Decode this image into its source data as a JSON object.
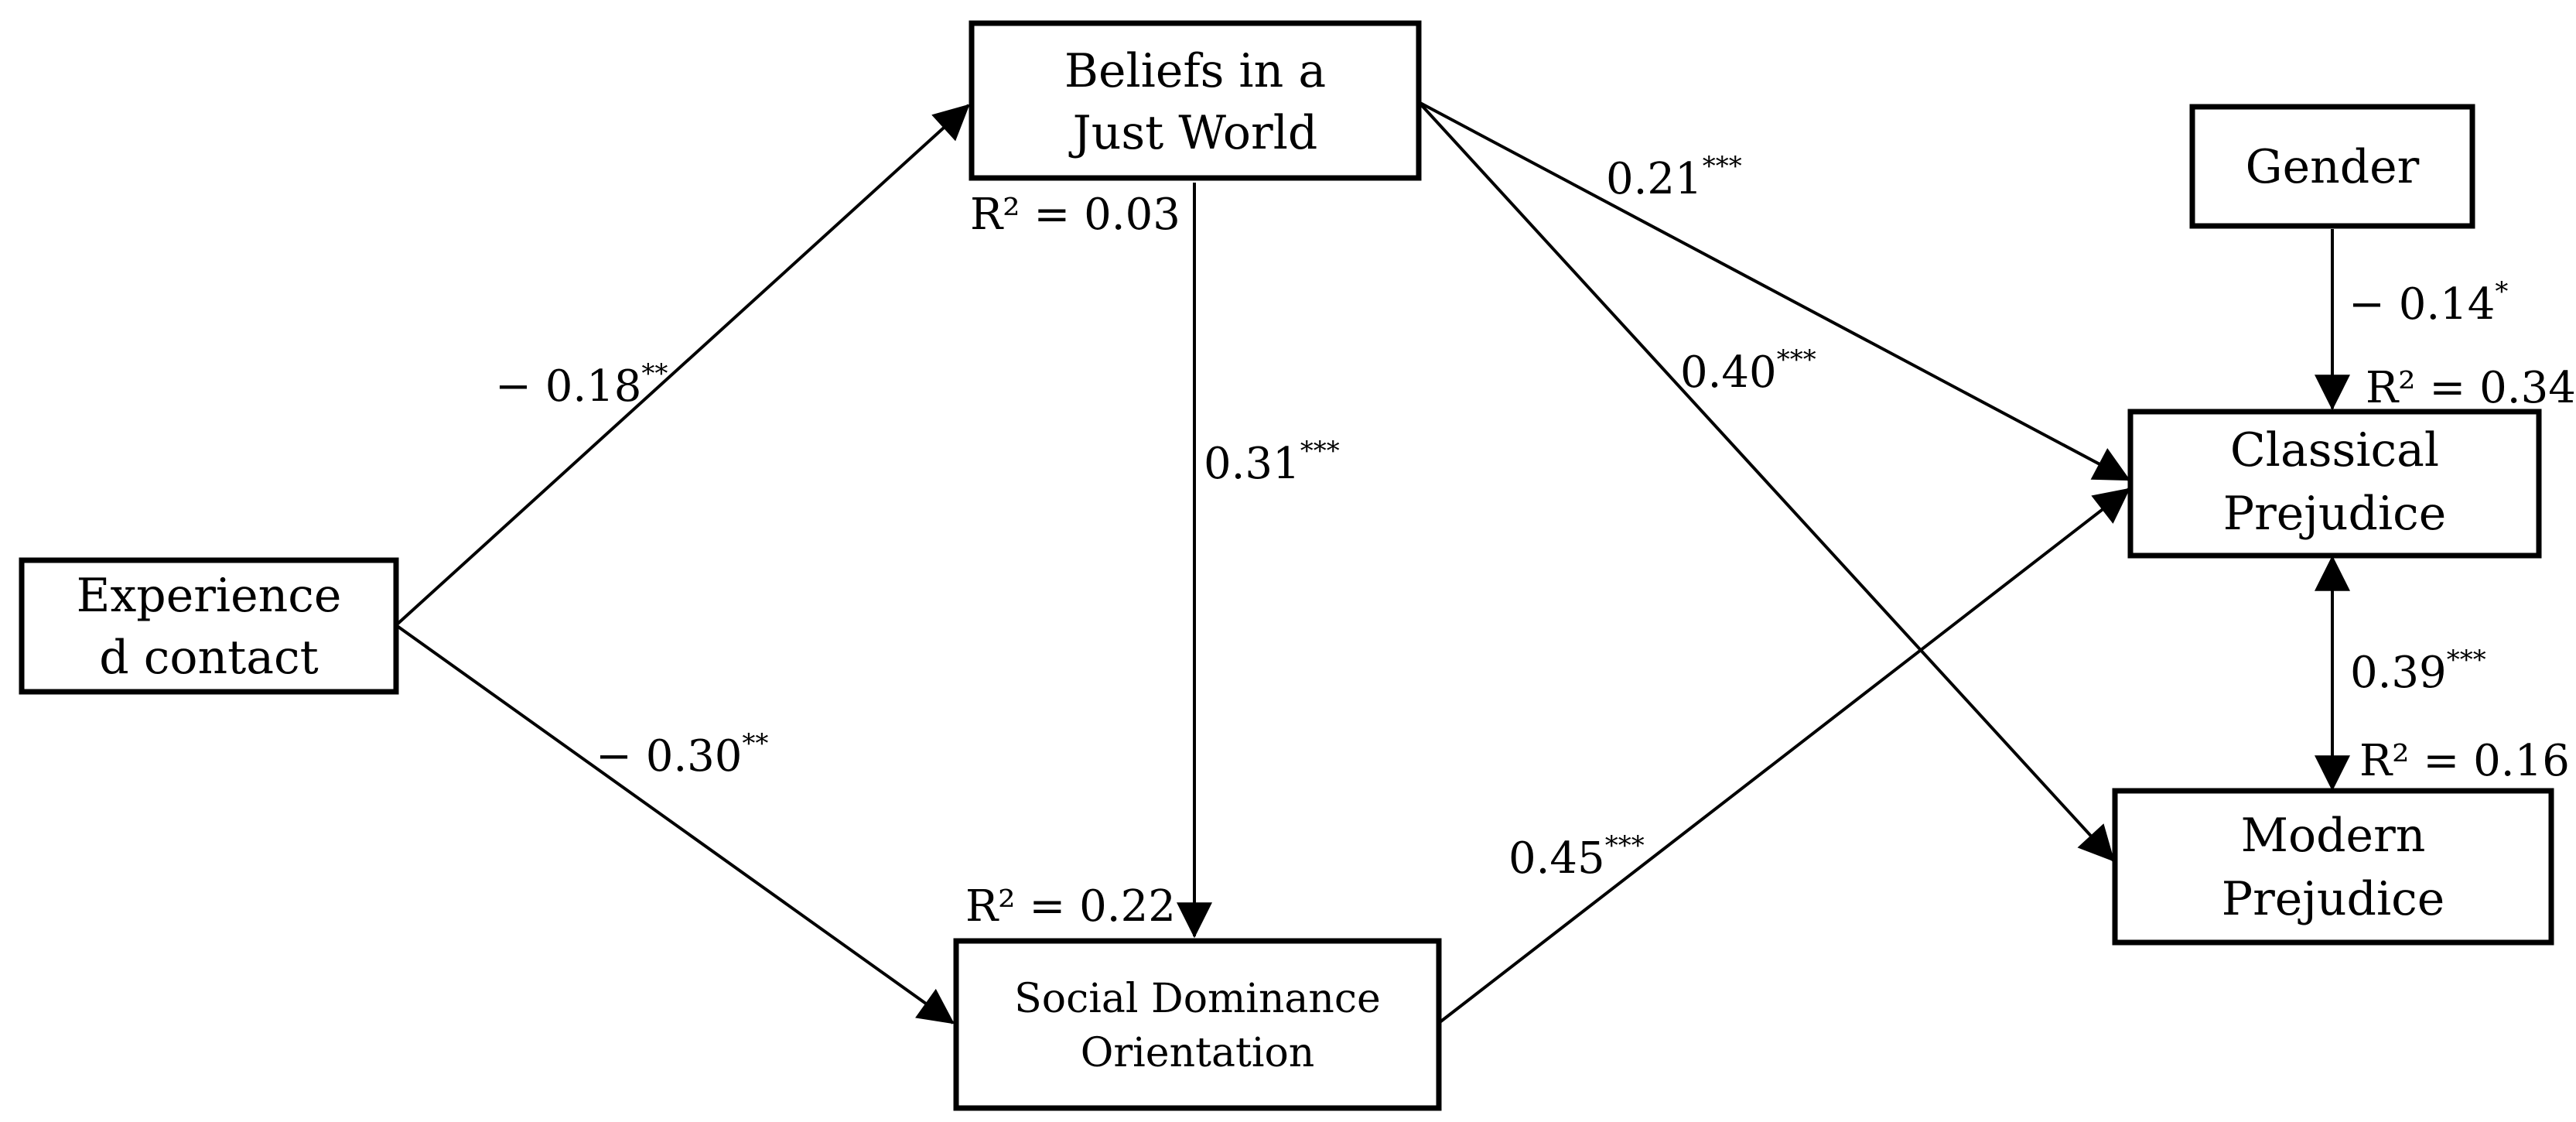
{
  "nodes": {
    "experienced_contact": {
      "lines": [
        "Experience",
        "d contact"
      ]
    },
    "beliefs_just_world": {
      "lines": [
        "Beliefs in a",
        "Just World"
      ],
      "r2": "R² = 0.03"
    },
    "social_dominance": {
      "lines": [
        "Social Dominance",
        "Orientation"
      ],
      "r2": "R² = 0.22"
    },
    "gender": {
      "lines": [
        "Gender"
      ]
    },
    "classical_prejudice": {
      "lines": [
        "Classical",
        "Prejudice"
      ],
      "r2": "R² = 0.34"
    },
    "modern_prejudice": {
      "lines": [
        "Modern",
        "Prejudice"
      ],
      "r2": "R² = 0.16"
    }
  },
  "paths": {
    "contact_to_bjw": {
      "coef": "− 0.18",
      "sig": "**"
    },
    "contact_to_sdo": {
      "coef": "− 0.30",
      "sig": "**"
    },
    "bjw_to_sdo": {
      "coef": "0.31",
      "sig": "***"
    },
    "bjw_to_classical": {
      "coef": "0.21",
      "sig": "***"
    },
    "bjw_to_modern": {
      "coef": "0.40",
      "sig": "***"
    },
    "sdo_to_classical": {
      "coef": "0.45",
      "sig": "***"
    },
    "gender_to_classical": {
      "coef": "− 0.14",
      "sig": "*"
    },
    "classical_modern": {
      "coef": "0.39",
      "sig": "***"
    }
  }
}
